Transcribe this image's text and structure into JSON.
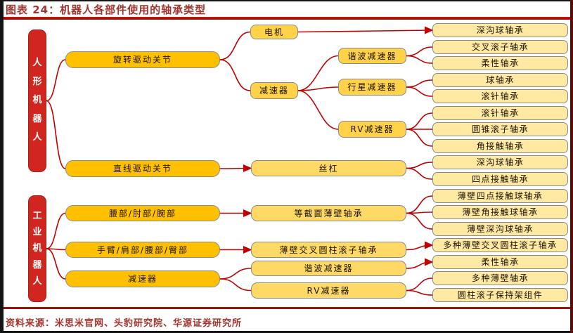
{
  "header": {
    "title": "图表 24：机器人各部件使用的轴承类型"
  },
  "footer": {
    "source_label": "资料来源：米思米官网、头豹研究院、华源证券研究所"
  },
  "colors": {
    "connector_red": "#C00000",
    "title_red": "#A2352D",
    "group_box_red": "#D0261F",
    "orange_fill": "#FFC000",
    "yellow_mid_fill": "#FFD24A",
    "yellow_light_fill": "#FFD966",
    "cream_fill": "#FFE9A3",
    "border_gray": "#8A8A8A"
  },
  "diagram": {
    "groups": {
      "humanoid": {
        "label": "人形机器人"
      },
      "industrial": {
        "label": "工业机器人"
      }
    },
    "nodes": {
      "rotary_joint": {
        "label": "旋转驱动关节"
      },
      "linear_joint": {
        "label": "直线驱动关节"
      },
      "motor": {
        "label": "电机"
      },
      "reducer_h": {
        "label": "减速器"
      },
      "harmonic_h": {
        "label": "谐波减速器"
      },
      "planetary": {
        "label": "行星减速器"
      },
      "rv_h": {
        "label": "RV减速器"
      },
      "screw": {
        "label": "丝杠"
      },
      "waist": {
        "label": "腰部/肘部/腕部"
      },
      "arm": {
        "label": "手臂/肩部/腰部/臀部"
      },
      "reducer_i": {
        "label": "减速器"
      },
      "csec": {
        "label": "等截面薄壁轴承"
      },
      "cross": {
        "label": "薄壁交叉圆柱滚子轴承"
      },
      "harmonic_i": {
        "label": "谐波减速器"
      },
      "rv_i": {
        "label": "RV减速器"
      }
    },
    "bearings": [
      "深沟球轴承",
      "交叉滚子轴承",
      "柔性轴承",
      "球轴承",
      "滚针轴承",
      "滚针轴承",
      "圆锥滚子轴承",
      "角接触轴承",
      "深沟球轴承",
      "四点接触轴承",
      "薄壁四点接触球轴承",
      "薄壁角接触球轴承",
      "薄壁深沟球轴承",
      "多种薄壁交叉圆柱滚子轴承",
      "柔性轴承",
      "多种薄壁轴承",
      "圆柱滚子保持架组件"
    ],
    "edges": [
      {
        "from": "humanoid",
        "to": "rotary_joint"
      },
      {
        "from": "humanoid",
        "to": "linear_joint"
      },
      {
        "from": "rotary_joint",
        "to": "motor"
      },
      {
        "from": "rotary_joint",
        "to": "reducer_h"
      },
      {
        "from": "motor",
        "to": "b0",
        "arrow": true
      },
      {
        "from": "reducer_h",
        "to": "harmonic_h"
      },
      {
        "from": "reducer_h",
        "to": "planetary"
      },
      {
        "from": "reducer_h",
        "to": "rv_h"
      },
      {
        "from": "harmonic_h",
        "to": "b1"
      },
      {
        "from": "harmonic_h",
        "to": "b2"
      },
      {
        "from": "planetary",
        "to": "b3"
      },
      {
        "from": "planetary",
        "to": "b4"
      },
      {
        "from": "rv_h",
        "to": "b5"
      },
      {
        "from": "rv_h",
        "to": "b6"
      },
      {
        "from": "rv_h",
        "to": "b7"
      },
      {
        "from": "linear_joint",
        "to": "screw",
        "arrow": true
      },
      {
        "from": "screw",
        "to": "b8"
      },
      {
        "from": "screw",
        "to": "b9"
      },
      {
        "from": "industrial",
        "to": "waist"
      },
      {
        "from": "industrial",
        "to": "arm"
      },
      {
        "from": "industrial",
        "to": "reducer_i"
      },
      {
        "from": "waist",
        "to": "csec",
        "arrow": true
      },
      {
        "from": "csec",
        "to": "b10"
      },
      {
        "from": "csec",
        "to": "b11"
      },
      {
        "from": "csec",
        "to": "b12"
      },
      {
        "from": "arm",
        "to": "cross",
        "arrow": true
      },
      {
        "from": "cross",
        "to": "b13",
        "arrow": true
      },
      {
        "from": "reducer_i",
        "to": "harmonic_i"
      },
      {
        "from": "reducer_i",
        "to": "rv_i"
      },
      {
        "from": "harmonic_i",
        "to": "b14",
        "arrow": true
      },
      {
        "from": "rv_i",
        "to": "b15"
      },
      {
        "from": "rv_i",
        "to": "b16"
      }
    ]
  }
}
